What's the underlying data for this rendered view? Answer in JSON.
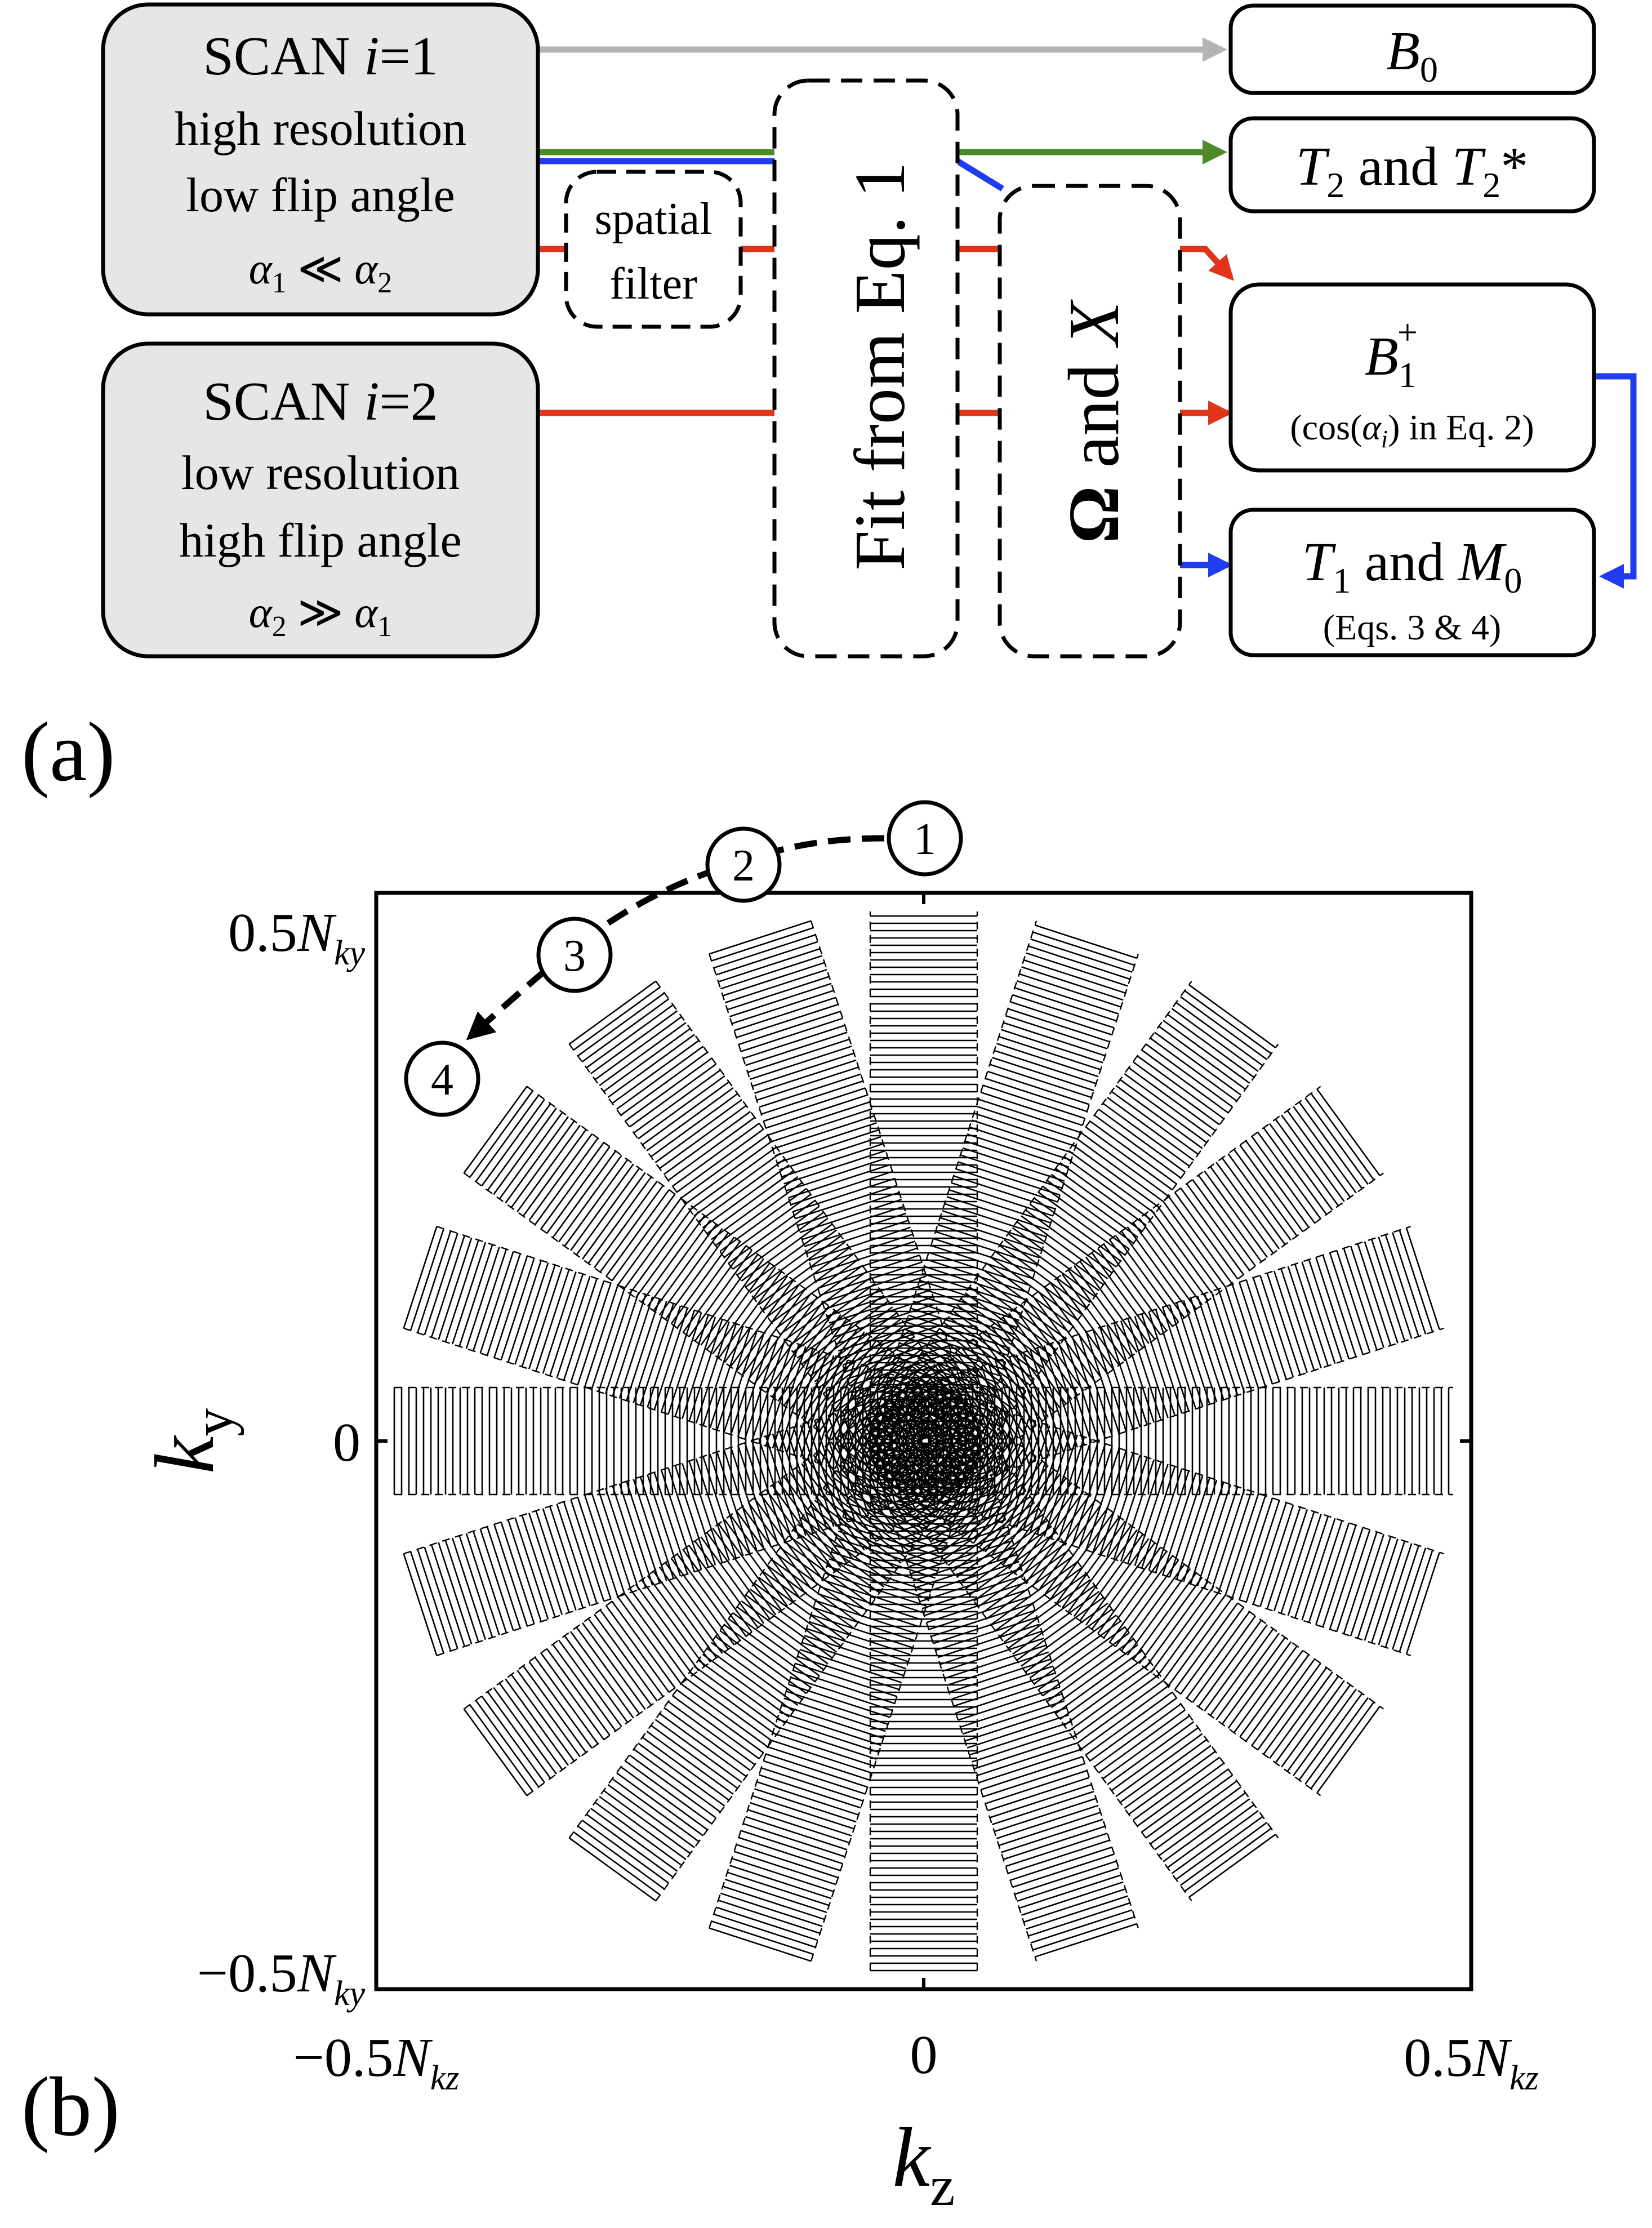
{
  "panel_a": {
    "label": "(a)",
    "scan1": {
      "title": "SCAN ",
      "title_var": "i",
      "title_eq": "=1",
      "line1": "high resolution",
      "line2": "low flip angle",
      "cond_a": "α",
      "cond_a_sub": "1",
      "cond_op": " ≪ ",
      "cond_b": "α",
      "cond_b_sub": "2"
    },
    "scan2": {
      "title": "SCAN ",
      "title_var": "i",
      "title_eq": "=2",
      "line1": "low resolution",
      "line2": "high flip angle",
      "cond_a": "α",
      "cond_a_sub": "2",
      "cond_op": " ≫ ",
      "cond_b": "α",
      "cond_b_sub": "1"
    },
    "spatial_filter": {
      "line1": "spatial",
      "line2": "filter"
    },
    "fit": "Fit from Eq. 1",
    "omega": {
      "sym": "Ω",
      "and": " and ",
      "x": "X"
    },
    "out_b0": {
      "sym": "B",
      "sub": "0"
    },
    "out_t2": {
      "a": "T",
      "a_sub": "2",
      "and": " and ",
      "b": "T",
      "b_sub": "2",
      "star": "*"
    },
    "out_b1": {
      "sym": "B",
      "sub": "1",
      "sup": "+",
      "note_pre": "(cos(",
      "note_var": "α",
      "note_sub": "i",
      "note_post": ") in Eq. 2)"
    },
    "out_t1": {
      "a": "T",
      "a_sub": "1",
      "and": " and ",
      "b": "M",
      "b_sub": "0",
      "note": "(Eqs. 3 & 4)"
    },
    "colors": {
      "gray": "#b4b4b4",
      "green": "#4c8a2a",
      "blue": "#1f3cf0",
      "red": "#e0351b",
      "box_fill": "#e6e6e6"
    }
  },
  "panel_b": {
    "label": "(b)",
    "xlabel": {
      "sym": "k",
      "sub": "z"
    },
    "ylabel": {
      "sym": "k",
      "sub": "y"
    },
    "xticks": [
      {
        "text": "−0.5",
        "var": "N",
        "sub": "kz"
      },
      {
        "text": "0",
        "var": "",
        "sub": ""
      },
      {
        "text": "0.5",
        "var": "N",
        "sub": "kz"
      }
    ],
    "yticks": [
      {
        "text": "0.5",
        "var": "N",
        "sub": "ky"
      },
      {
        "text": "0",
        "var": "",
        "sub": ""
      },
      {
        "text": "−0.5",
        "var": "N",
        "sub": "ky"
      }
    ],
    "order_markers": [
      "1",
      "2",
      "3",
      "4"
    ],
    "blade_count": 10
  }
}
